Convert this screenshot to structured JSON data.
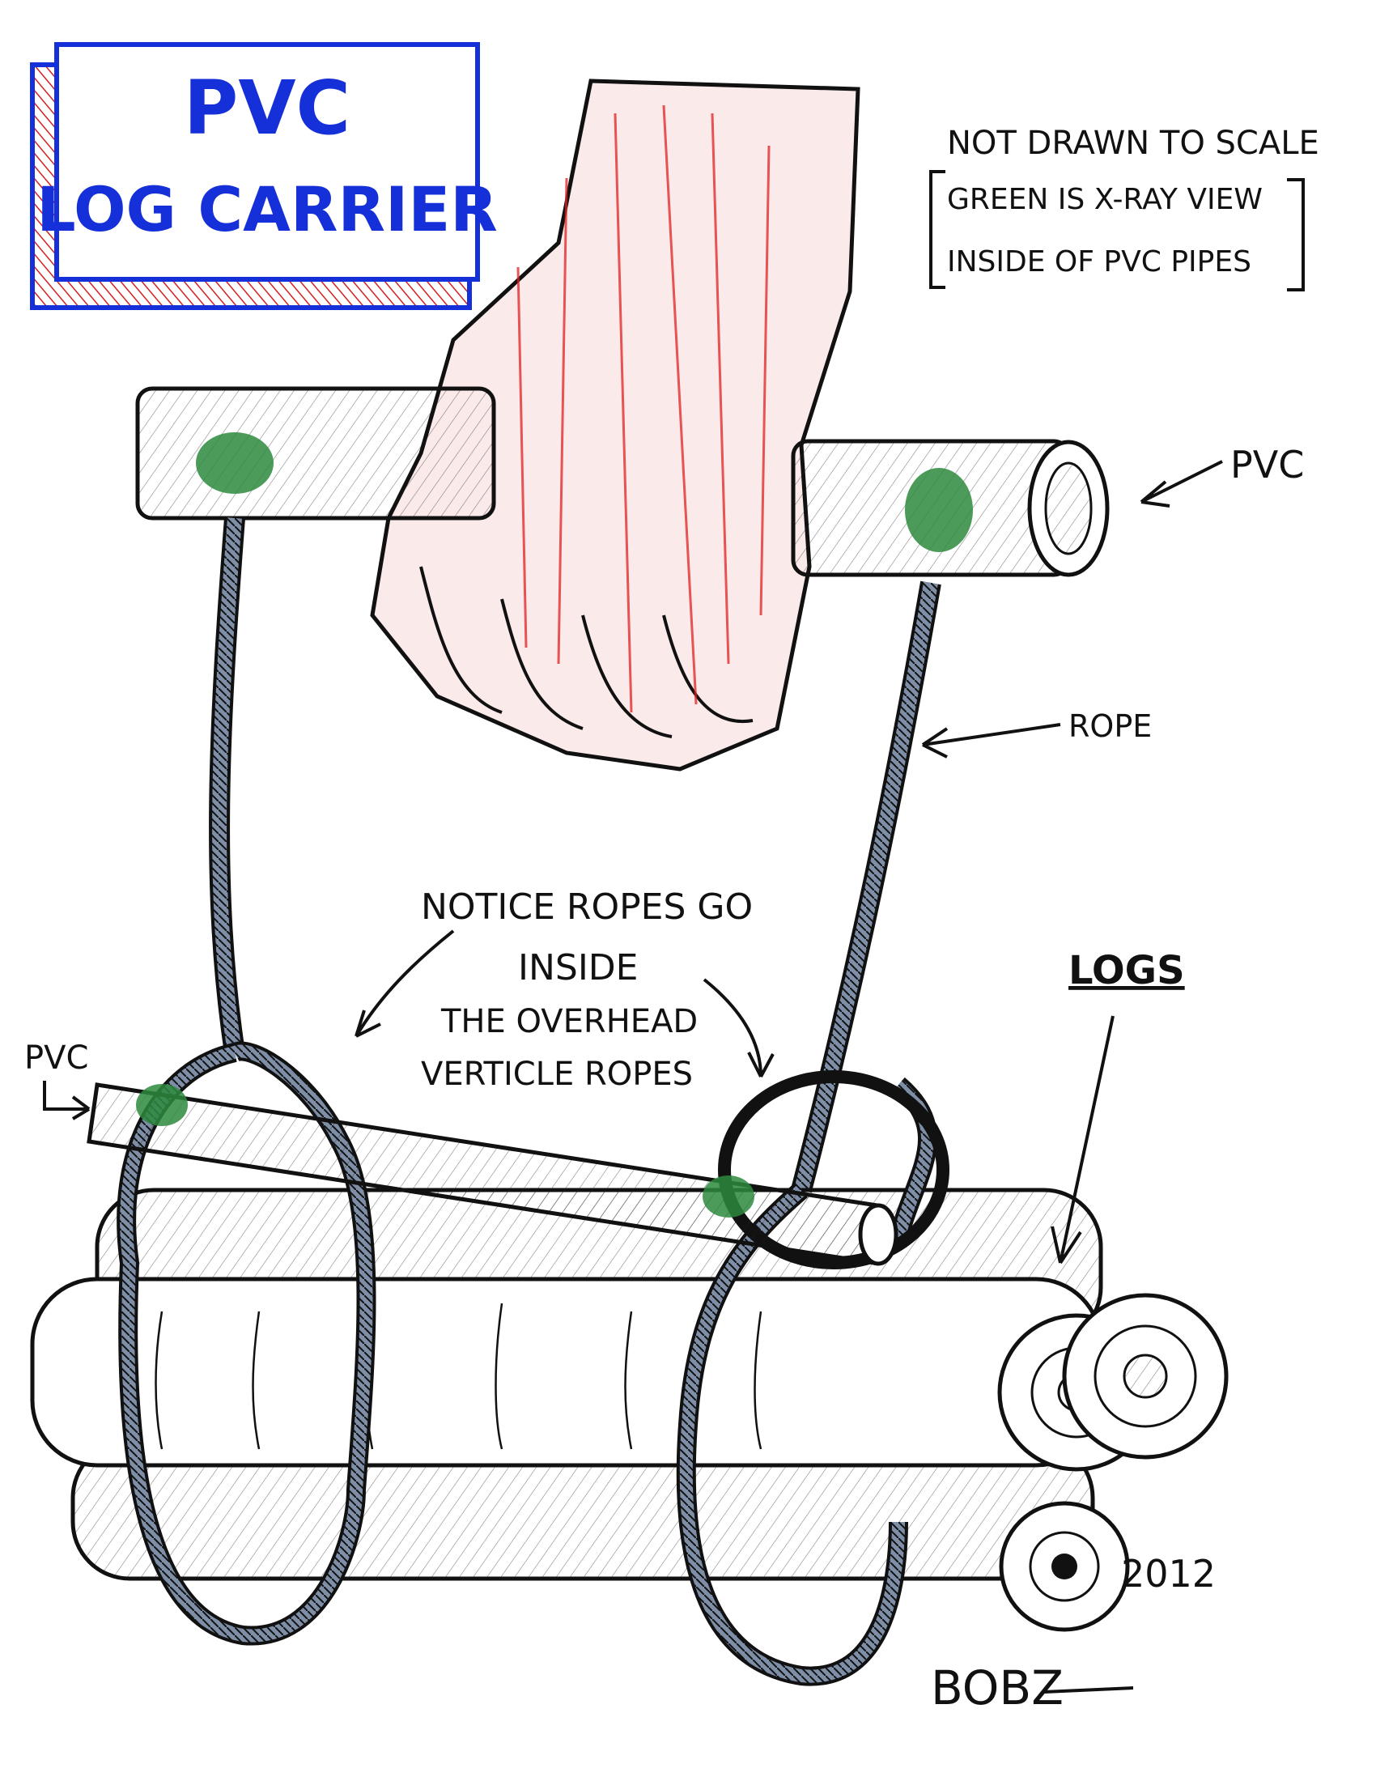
{
  "title": {
    "line1": "PVC",
    "line2": "LOG CARRIER"
  },
  "notes": {
    "line1": "NOT DRAWN TO SCALE",
    "line2": "GREEN IS X-RAY VIEW",
    "line3": "INSIDE OF PVC PIPES"
  },
  "labels": {
    "pvc_top": "PVC",
    "rope": "ROPE",
    "pvc_left": "PVC",
    "logs": "LOGS",
    "notice_line1": "NOTICE ROPES GO",
    "notice_line2": "INSIDE",
    "notice_line3": "THE OVERHEAD",
    "notice_line4": "VERTICLE ROPES"
  },
  "year": "2012",
  "signature": "BOBZ",
  "colors": {
    "title_blue": "#1530d8",
    "title_box_red": "#d42020",
    "xray_green": "#1f7a30",
    "hand_red": "#e02020",
    "ink": "#111111",
    "shade_blue": "#7f9ad6"
  }
}
